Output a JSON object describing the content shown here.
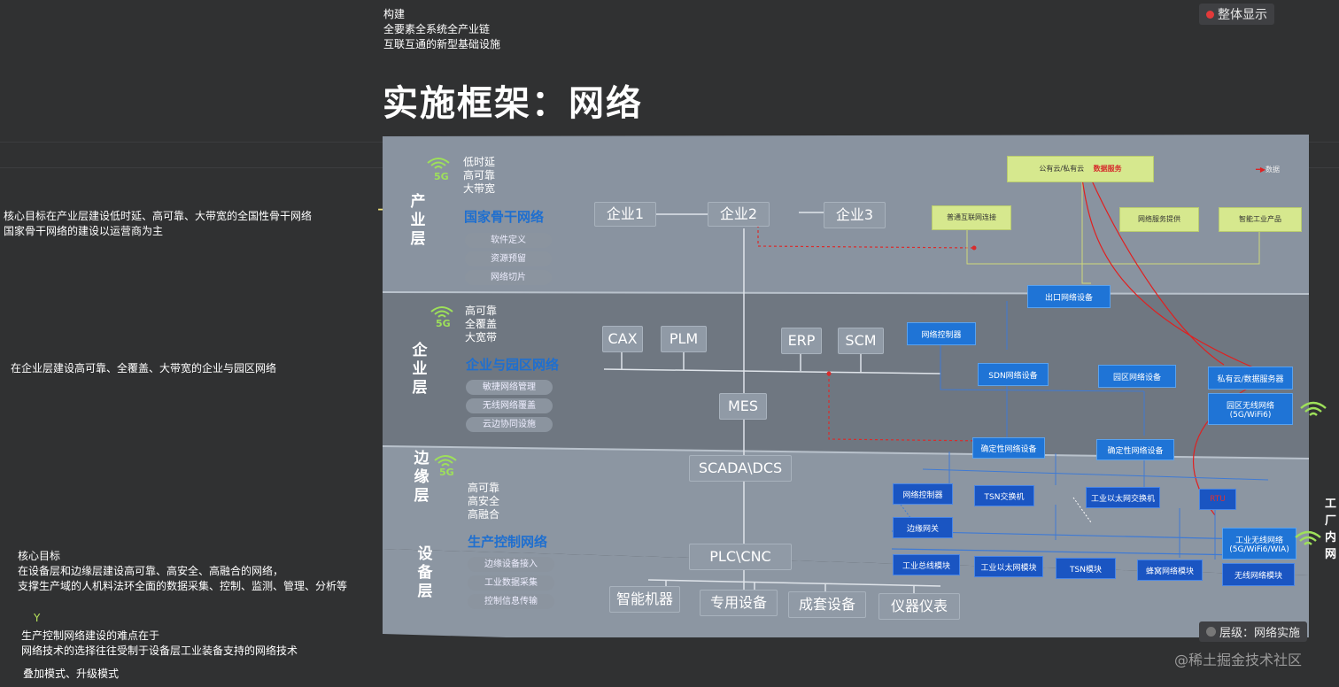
{
  "header": {
    "subtitle_lines": [
      "构建",
      "全要素全系统全产业链",
      "互联互通的新型基础设施"
    ],
    "title": "实施框架：网络",
    "overall_button": "整体显示",
    "level_badge": "层级：网络实施",
    "watermark": "@稀土掘金技术社区"
  },
  "notes": {
    "industry": [
      "核心目标在产业层建设低时延、高可靠、大带宽的全国性骨干网络",
      "国家骨干网络的建设以运营商为主"
    ],
    "enterprise": "在企业层建设高可靠、全覆盖、大带宽的企业与园区网络",
    "device_lines": [
      "核心目标",
      "在设备层和边缘层建设高可靠、高安全、高融合的网络，",
      "支撑生产域的人机料法环全面的数据采集、控制、监测、管理、分析等"
    ],
    "y_mark": "Y",
    "difficulty": [
      "生产控制网络建设的难点在于",
      "网络技术的选择往往受制于设备层工业装备支持的网络技术"
    ],
    "modes": "叠加模式、升级模式"
  },
  "right_cut": [
    "工",
    "厂",
    "内",
    "网"
  ],
  "industry_layer": {
    "label": "产业层",
    "badge": "5G",
    "features": [
      "低时延",
      "高可靠",
      "大带宽"
    ],
    "net_title": "国家骨干网络",
    "pills": [
      "软件定义",
      "资源预留",
      "网络切片"
    ],
    "enterprises": [
      "企业1",
      "企业2",
      "企业3"
    ],
    "cloud": "公有云/私有云",
    "cloud_red": "数据服务",
    "legend": "数据",
    "boxes": [
      "普通互联网连接",
      "网络服务提供",
      "智能工业产品"
    ]
  },
  "enterprise_layer": {
    "label": "企业层",
    "badge": "5G",
    "features": [
      "高可靠",
      "全覆盖",
      "大宽带"
    ],
    "net_title": "企业与园区网络",
    "pills": [
      "敏捷网络管理",
      "无线网络覆盖",
      "云边协同设施"
    ],
    "systems": [
      "CAX",
      "PLM",
      "ERP",
      "SCM",
      "MES"
    ],
    "boxes": [
      "出口网络设备",
      "网络控制器",
      "SDN网络设备",
      "园区网络设备",
      "私有云/数据服务器"
    ],
    "wifi_box": [
      "园区无线网络",
      "(5G/WiFi6)"
    ]
  },
  "edge_layer": {
    "label": "边缘层",
    "badge": "5G",
    "system": "SCADA\\DCS",
    "boxes": [
      "确定性网络设备",
      "确定性网络设备"
    ]
  },
  "device_layer": {
    "label": "设备层",
    "features": [
      "高可靠",
      "高安全",
      "高融合"
    ],
    "net_title": "生产控制网络",
    "pills": [
      "边缘设备接入",
      "工业数据采集",
      "控制信息传输"
    ],
    "plc": "PLC\\CNC",
    "equipments": [
      "智能机器",
      "专用设备",
      "成套设备",
      "仪器仪表"
    ],
    "boxes": [
      "网络控制器",
      "TSN交换机",
      "工业以太网交换机",
      "RTU",
      "边缘网关",
      "工业总线模块",
      "工业以太网模块",
      "TSN模块",
      "蜂窝网络模块",
      "无线网络模块"
    ],
    "wireless_box": [
      "工业无线网络",
      "(5G/WiFi6/WIA)"
    ]
  }
}
